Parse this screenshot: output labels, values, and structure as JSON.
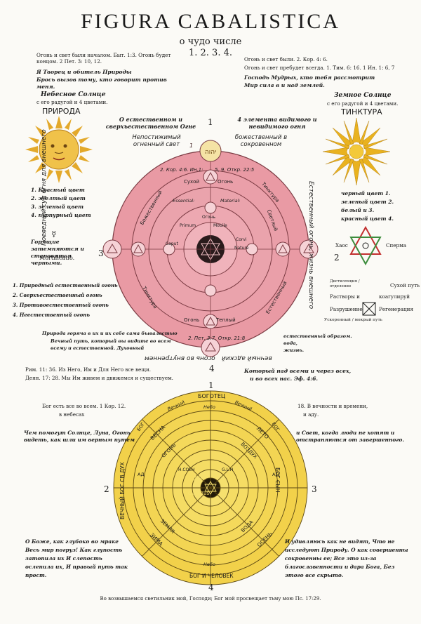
{
  "title": "FIGURA  CABALISTICA",
  "subtitle": "о чудо числе",
  "numbers": "1. 2. 3. 4.",
  "top_left": {
    "line1": "Огонь и свет были началом. Быт. 1:3. Огонь будет концом. 2 Пет. 3: 10, 12.",
    "line2": "Я Творец и обитель Природы",
    "line3": "Брось вызов тому, кто говорит против меня.",
    "heaven_sun": "Небесное Солнце",
    "heaven_sun_sub": "с его радугой и 4 цветами.",
    "nature": "ПРИРОДА",
    "colors": [
      "1. Красный цвет",
      "2. желтый цвет",
      "3. зеленый цвет",
      "4. пурпурный цвет"
    ],
    "powers": "Горящие затемняются и становятся черными.",
    "mortificatio": "Mortificatio.",
    "fires": [
      "1. Природный естественный огонь",
      "2. Сверхъестественный огонь",
      "3. Противоестественный огонь",
      "4. Неестественный огонь"
    ]
  },
  "top_right": {
    "line1": "Огонь и свет были. 2. Кор. 4: 6.",
    "line2": "Огонь и свет пребудет всегда. 1. Тим. 6: 16. 1 Ин. 1: 6, 7",
    "line3": "Господь Мудрых, кто тебя рассмотрит",
    "line4": "Мир сила в и над землей.",
    "earth_sun": "Земное Солнце",
    "earth_sun_sub": "с его радугой и 4 цветами.",
    "tinctura": "ТИНКТУРА",
    "colors": [
      "черный цвет  1.",
      "зеленый цвет  2.",
      "белый  и  3.",
      "красный цвет  4."
    ],
    "hex_labels": [
      "Хаос",
      "Сперма",
      "Дистилляция / отделение",
      "Сухой путь",
      "Растворы и",
      "коагулируй",
      "Разрушение",
      "Регенерация",
      "Ускоренный / мокрый путь"
    ]
  },
  "wheel_top": {
    "left_caption": "О естественном и сверхъестественном Огне",
    "right_caption": "4 элемента видимого и невидимого огня",
    "left_inner": "Непостижимый огненный свет",
    "right_inner": "божественный в сокровенном",
    "num1": "1",
    "num2": "2",
    "num3": "3",
    "num4": "4",
    "ring_top_left": "2. Кор. 4:6. Ин.1:",
    "ring_top_right": "5, 9. Откр. 22:5",
    "ring_bottom": "2. Пет. 3:7. Откр. 21:8",
    "ring_labels": [
      "Сухой",
      "Огонь",
      "Тинктура",
      "Светлый",
      "Естественный",
      "Теплый",
      "Огонь",
      "Тинктура",
      "Божественный"
    ],
    "inner_left": "Essential:",
    "inner_right": "Material:",
    "words": [
      "Caput",
      "Primum",
      "Corvi",
      "Nature",
      "Mobile",
      "Огонь"
    ],
    "left_side": "Последний суд огня для внешнего",
    "right_side": "Естественный огонь, жизнь внешнего",
    "bottom_side": "огонь во внутреннем",
    "bottom_right": "вечный адский"
  },
  "middle": {
    "left1": "Природа горяча в их и их себе сама бывалостью",
    "left2": "Вечный путь, который вы видите во всем всему и естественной. Духовный",
    "right1": "естественный образом.",
    "right2": "вода,",
    "right3": "жизнь.",
    "rim1": "Рим. 11: 36. Из Него, Им и Для Него все вещи.",
    "rim2": "Деян. 17: 28. Мы Им живем и движемся и существуем.",
    "who": "Который над всеми и через всех,",
    "who2": "и во всех нас. Эф. 4:6."
  },
  "wheel_bottom": {
    "num1": "1",
    "num2": "2",
    "num3": "3",
    "num4": "4",
    "left_top": "Бог есть все во всем. 1 Кор. 12.",
    "left_top2": "в небесах",
    "right_top": "18. В вечности и времени,",
    "right_top2": "и аду.",
    "left_q": "Чем помогут Солнце, Луна, Огонь видеть, как шли им верным путем",
    "right_q": "и Свет, когда люди не хотят и отстраняются от завершенного.",
    "bogotec": "БОГОТЕЦ",
    "bog_sin": "БОГ СЫН",
    "bog_chelovek": "БОГ И ЧЕЛОВЕК",
    "vechnyi_sv_duh": "ВЕЧНЫЙ БОГ СВ.ДУХ",
    "seasons": [
      "ВЕСНА",
      "ЛЕТО",
      "ОСЕНЬ",
      "ЗИМА"
    ],
    "elements": [
      "ОГОНЬ",
      "ВОЗДУХ",
      "ВОДА",
      "ЗЕМЛЯ"
    ],
    "ring_words": [
      "Вечный",
      "Вечный",
      "Небо",
      "Небо",
      "БОГ",
      "БОГ",
      "АД",
      "АД"
    ],
    "center": [
      "JESUS",
      "CHRISTUS",
      "H.COEH",
      "G.L.H"
    ],
    "bottom_left": "О Боже, как глубоко во мраке Весь мир погруз! Как глупость затопила их И слепость ослепила их, И правый путь так прост.",
    "bottom_right": "И удивляюсь как не видят, Что не исследуют Природу. О как совершенны сокровенны ее; Все это из-за благославенности и дара Бога, Без этого все скрыто.",
    "footer": "Во возвышаемся светильник мой, Господи; Бог мой просвещает тьму мою Пс. 17:29."
  },
  "colors": {
    "pink": "#e99aa4",
    "pink_dark": "#d4727f",
    "yellow": "#f2d14a",
    "sun": "#e9b93a",
    "ink": "#1a1a1a",
    "green": "#3d8c3d",
    "red": "#c2302f"
  }
}
